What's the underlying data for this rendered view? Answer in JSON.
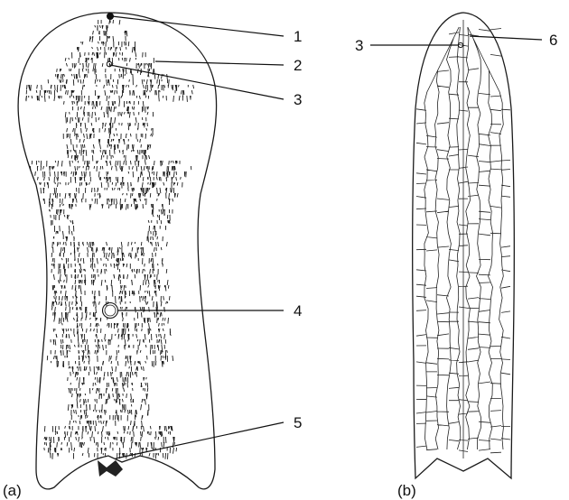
{
  "panels": [
    {
      "id": "a",
      "caption": "(a)"
    },
    {
      "id": "b",
      "caption": "(b)"
    }
  ],
  "callouts_a": [
    "1",
    "2",
    "3",
    "4",
    "5"
  ],
  "callouts_b": [
    "3",
    "6"
  ],
  "colors": {
    "ink": "#111111",
    "paper": "#ffffff"
  }
}
